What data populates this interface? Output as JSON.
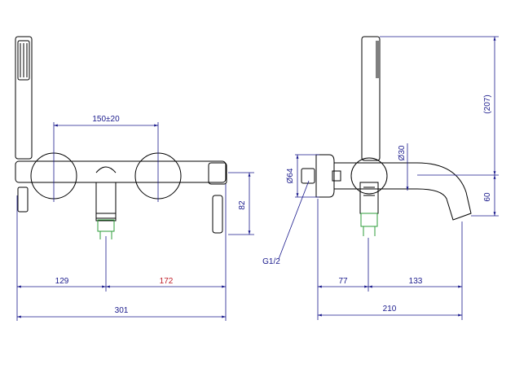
{
  "colors": {
    "part_line": "#000000",
    "dimension_line": "#1a1a8c",
    "dimension_text": "#1a1a8c",
    "highlight_text": "#c0202a",
    "thread_marker": "#2e9e3a",
    "background": "#ffffff"
  },
  "front_view": {
    "dim_center_spacing": "150±20",
    "dim_left": "129",
    "dim_right": "172",
    "dim_total_width": "301",
    "dim_height": "82"
  },
  "side_view": {
    "dim_diameter_outlet": "Ø30",
    "dim_diameter_flange": "Ø64",
    "dim_handshower_height": "(207)",
    "dim_spout_drop": "60",
    "thread_size": "G1/2",
    "dim_inlet_offset": "77",
    "dim_spout_reach": "133",
    "dim_total_depth": "210"
  }
}
